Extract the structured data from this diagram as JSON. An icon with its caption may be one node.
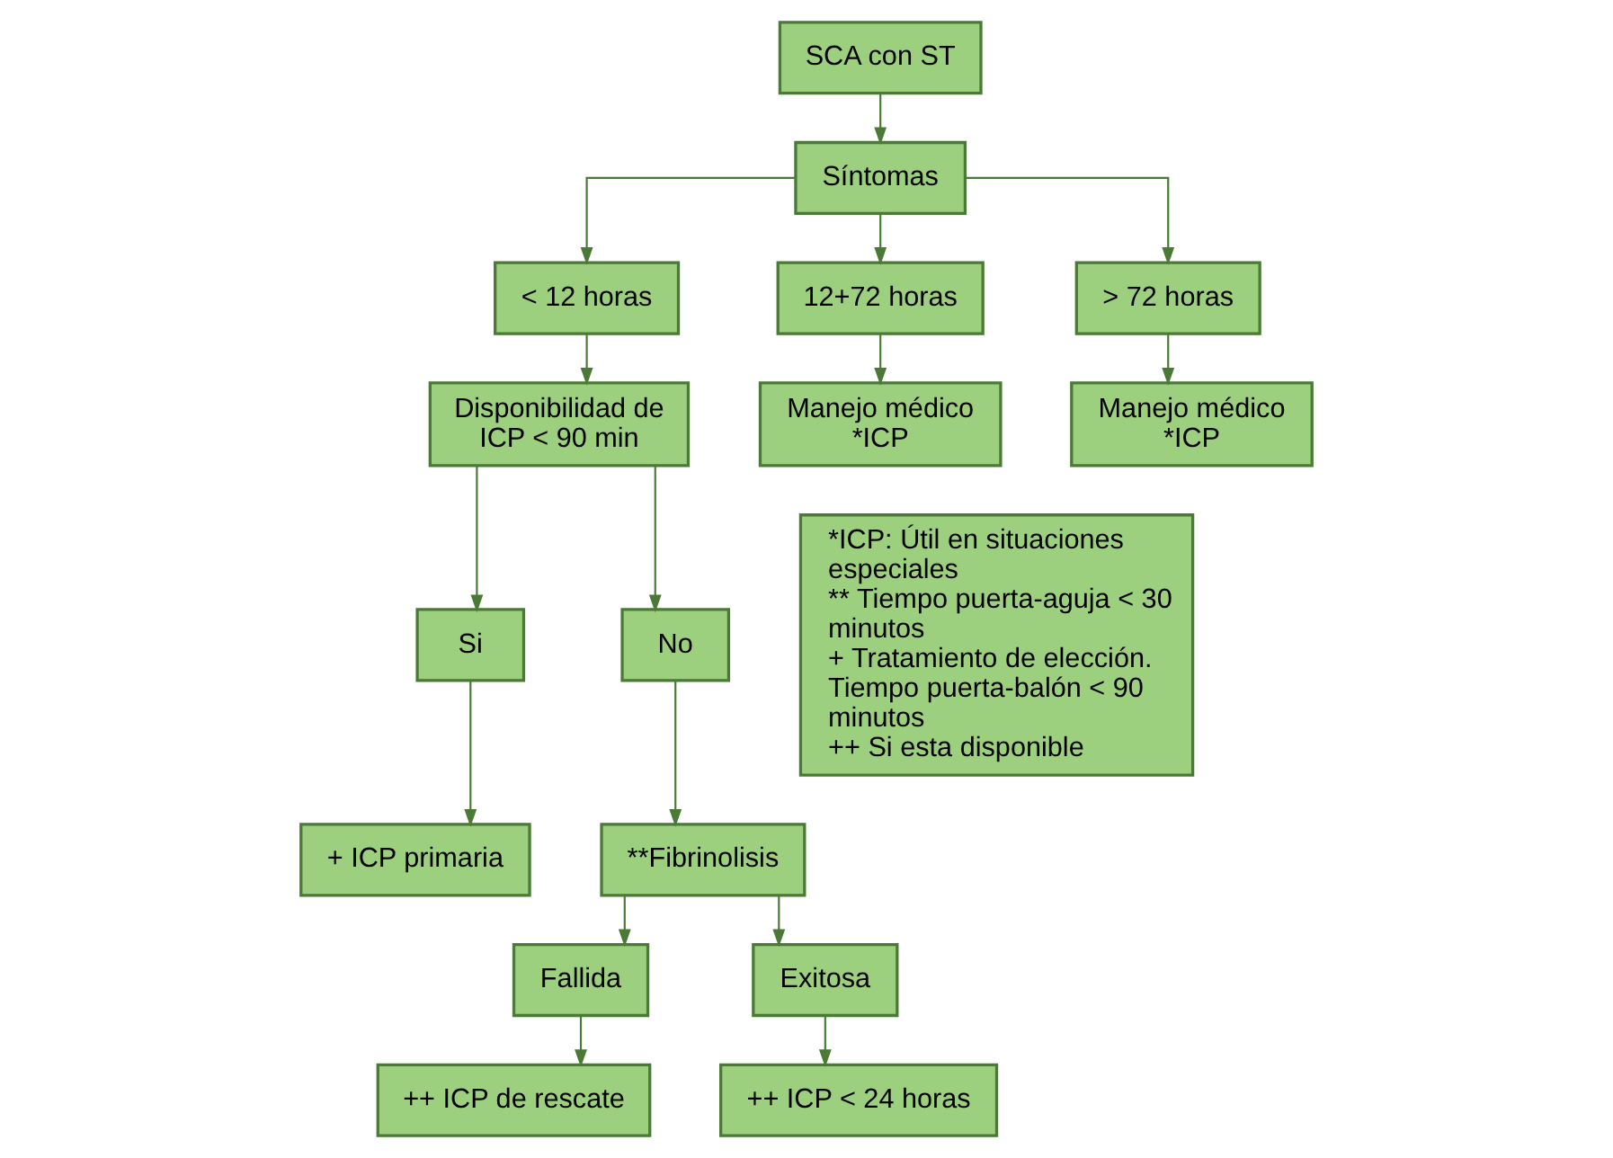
{
  "diagram": {
    "nodes": [
      {
        "text": [
          "SCA con ST"
        ]
      },
      {
        "text": [
          "Síntomas"
        ]
      },
      {
        "text": [
          "< 12 horas"
        ]
      },
      {
        "text": [
          "12+72 horas"
        ]
      },
      {
        "text": [
          "> 72 horas"
        ]
      },
      {
        "text": [
          "Disponibilidad de ICP < 90 min"
        ]
      },
      {
        "text": [
          "Manejo médico *ICP"
        ]
      },
      {
        "text": [
          "Manejo médico *ICP"
        ]
      },
      {
        "text": [
          "Si"
        ]
      },
      {
        "text": [
          "No"
        ]
      },
      {
        "text": [
          "+ ICP primaria"
        ]
      },
      {
        "text": [
          "**Fibrinolisis"
        ]
      },
      {
        "text": [
          "Fallida"
        ]
      },
      {
        "text": [
          "Exitosa"
        ]
      },
      {
        "text": [
          "++ ICP de rescate"
        ]
      },
      {
        "text": [
          "++ ICP < 24 horas"
        ]
      },
      {
        "text": [
          "*ICP: Útil en situaciones especiales",
          "** Tiempo puerta-aguja < 30 minutos",
          "+ Tratamiento de elección. Tiempo puerta-balón < 90 minutos",
          "++ Si esta disponible"
        ]
      }
    ],
    "edges": [
      {
        "from": 0,
        "to": 1,
        "arrow": "to"
      },
      {
        "from": 1,
        "to": 2,
        "arrow": "to"
      },
      {
        "from": 1,
        "to": 3,
        "arrow": "to"
      },
      {
        "from": 1,
        "to": 4,
        "arrow": "to"
      },
      {
        "from": 2,
        "to": 5,
        "arrow": "to"
      },
      {
        "from": 3,
        "to": 6,
        "arrow": "to"
      },
      {
        "from": 4,
        "to": 7,
        "arrow": "to"
      },
      {
        "from": 5,
        "to": 8,
        "arrow": "to"
      },
      {
        "from": 5,
        "to": 9,
        "arrow": "to"
      },
      {
        "from": 8,
        "to": 10,
        "arrow": "to"
      },
      {
        "from": 9,
        "to": 11,
        "arrow": "to"
      },
      {
        "from": 11,
        "to": 12,
        "arrow": "to"
      },
      {
        "from": 11,
        "to": 13,
        "arrow": "to"
      },
      {
        "from": 12,
        "to": 14,
        "arrow": "to"
      },
      {
        "from": 13,
        "to": 15,
        "arrow": "to"
      }
    ]
  }
}
